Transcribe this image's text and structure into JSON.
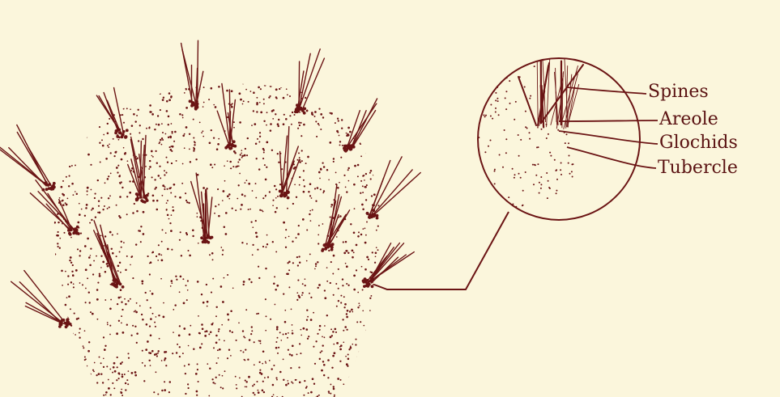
{
  "labels": {
    "spines": "Spines",
    "areole": "Areole",
    "glochids": "Glochids",
    "tubercle": "Tubercle"
  },
  "colors": {
    "ink": "#6b1414",
    "background": "#fbf6dc"
  }
}
